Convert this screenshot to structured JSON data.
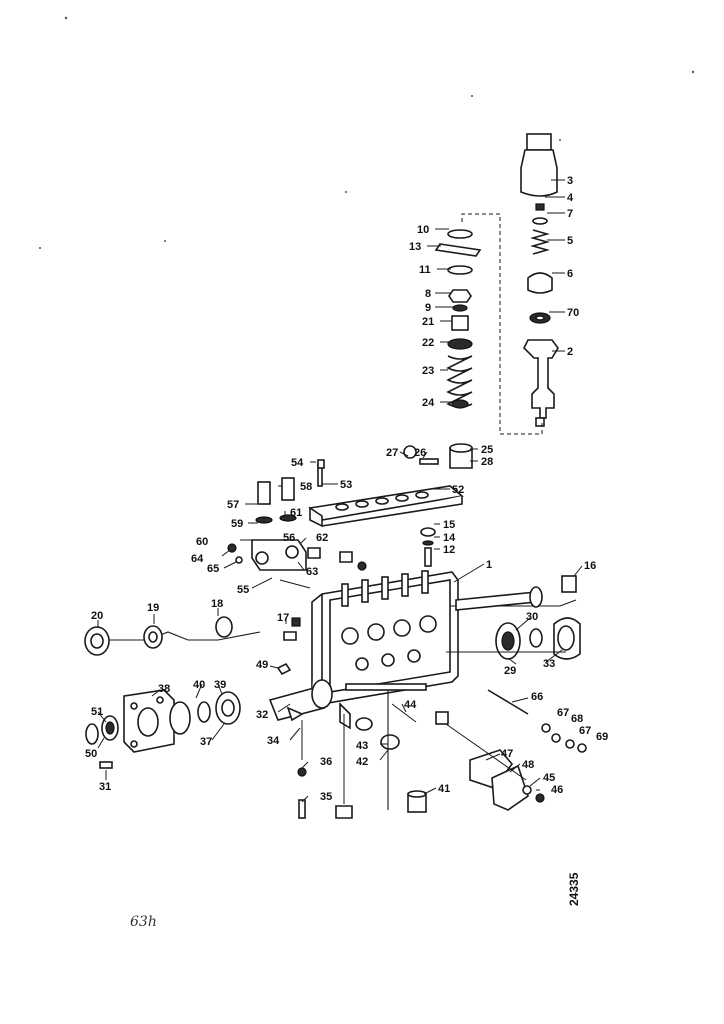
{
  "diagram": {
    "type": "exploded parts diagram",
    "drawing_number": "24335",
    "handwritten_note": "63h",
    "part_numbers": [
      "1",
      "2",
      "3",
      "4",
      "5",
      "6",
      "7",
      "8",
      "9",
      "10",
      "11",
      "12",
      "13",
      "14",
      "15",
      "16",
      "17",
      "18",
      "19",
      "20",
      "21",
      "22",
      "23",
      "24",
      "25",
      "26",
      "27",
      "28",
      "29",
      "30",
      "31",
      "32",
      "33",
      "34",
      "35",
      "36",
      "37",
      "38",
      "39",
      "40",
      "41",
      "42",
      "43",
      "44",
      "45",
      "46",
      "47",
      "48",
      "49",
      "50",
      "51",
      "52",
      "53",
      "54",
      "55",
      "56",
      "57",
      "58",
      "59",
      "60",
      "61",
      "62",
      "63",
      "64",
      "65",
      "66",
      "67",
      "68",
      "69",
      "70"
    ]
  }
}
